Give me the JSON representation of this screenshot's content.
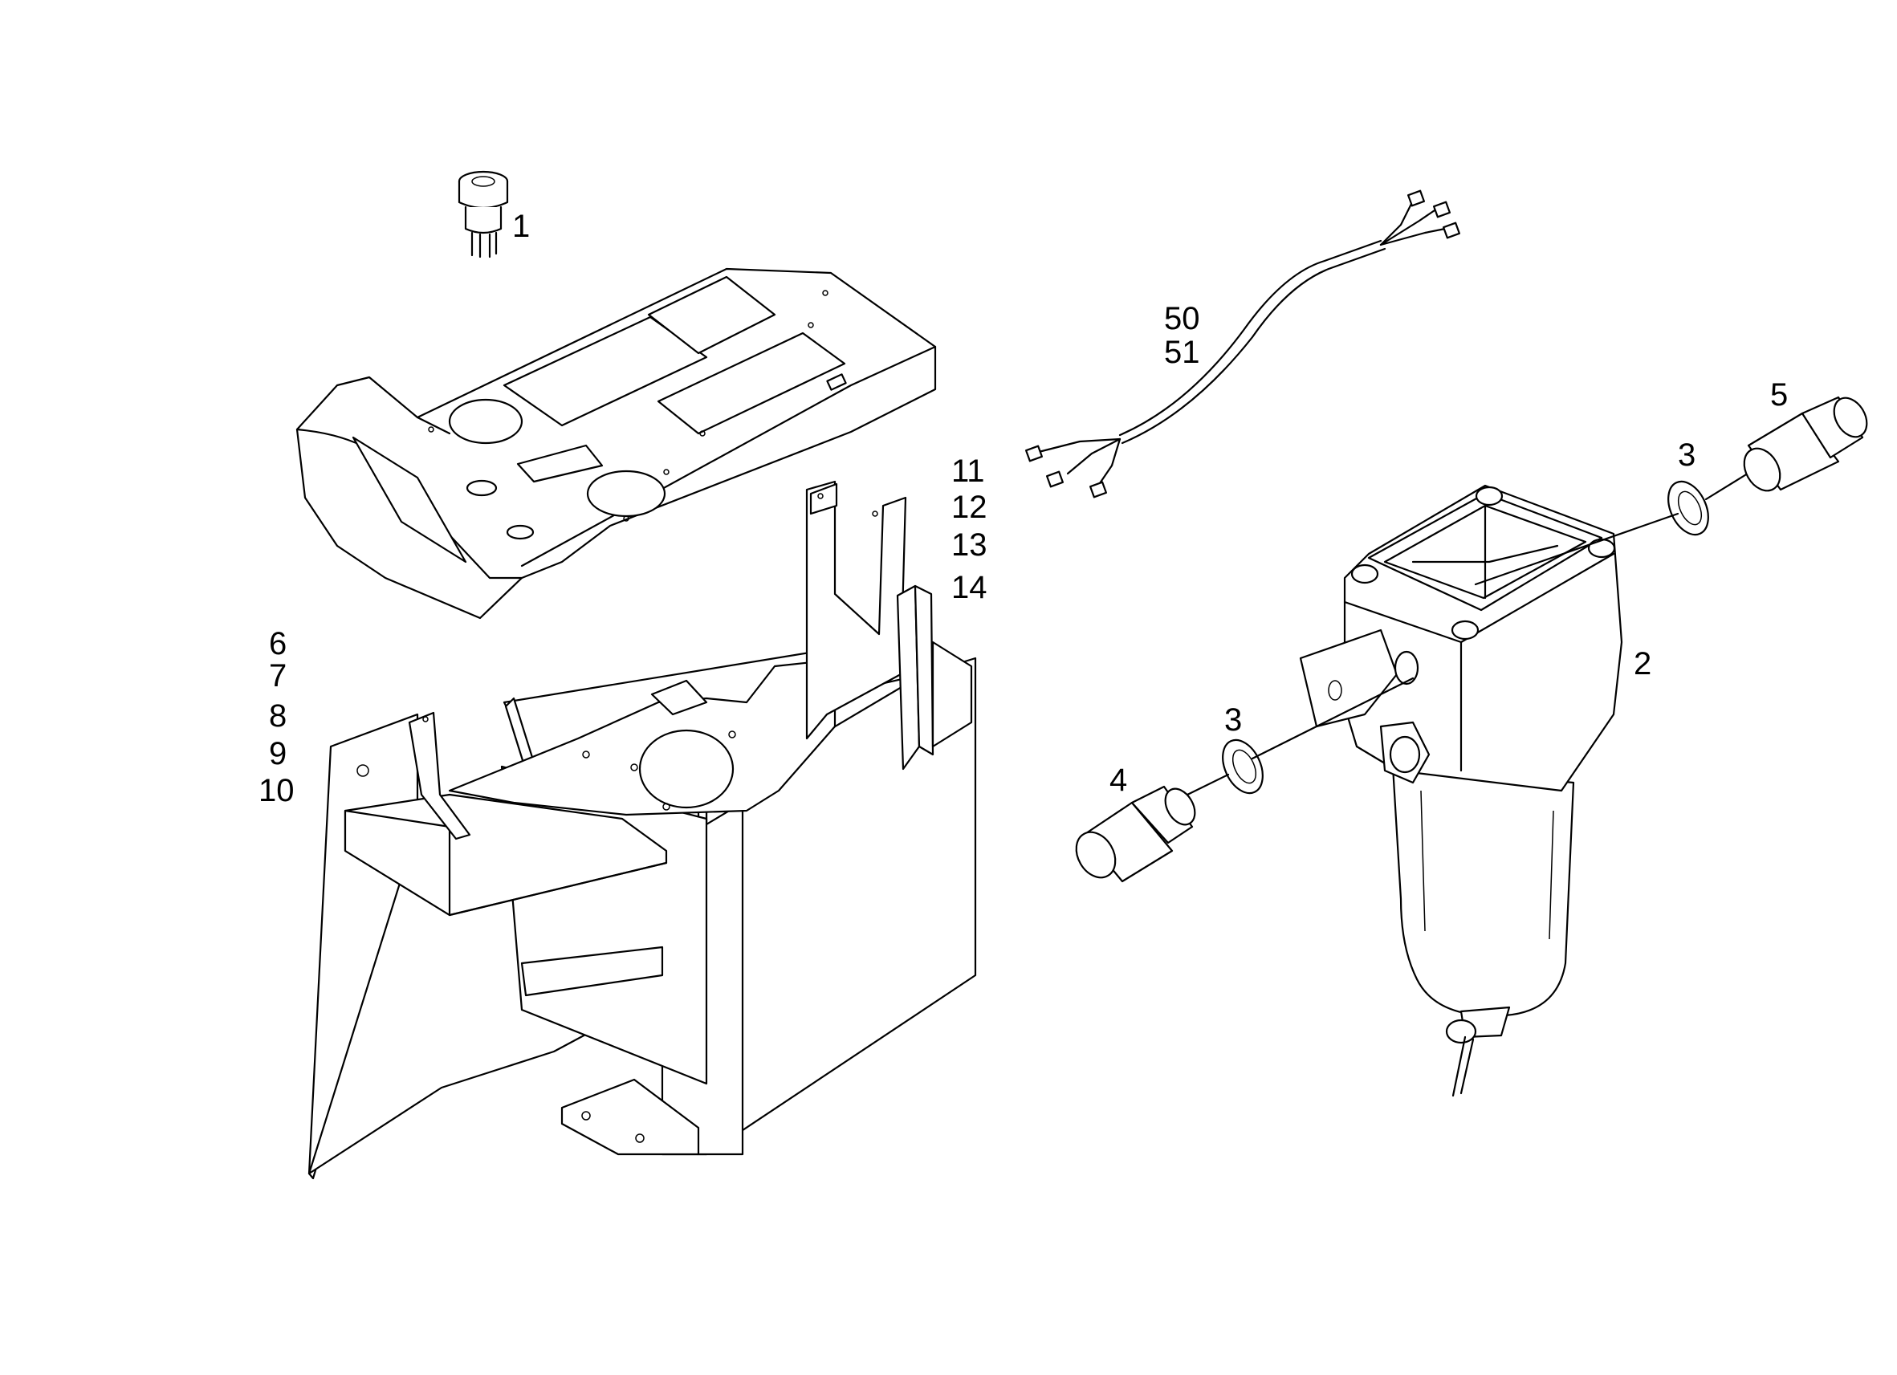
{
  "callouts": {
    "c1": "1",
    "c2": "2",
    "c3a": "3",
    "c3b": "3",
    "c4": "4",
    "c5": "5",
    "c6": "6",
    "c7": "7",
    "c8": "8",
    "c9": "9",
    "c10": "10",
    "c11": "11",
    "c12": "12",
    "c13": "13",
    "c14": "14",
    "c50": "50",
    "c51": "51"
  }
}
